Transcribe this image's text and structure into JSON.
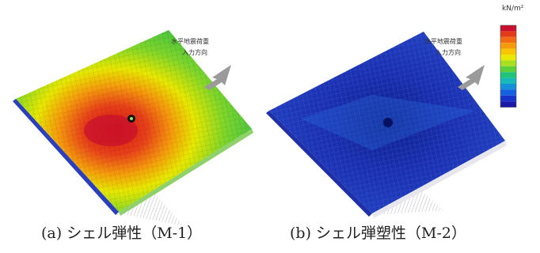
{
  "captions": {
    "a": "(a) シェル弾性（M-1）",
    "b": "(b) シェル弾塑性（M-2）"
  },
  "arrow_label": {
    "line1": "水平地震荷重",
    "line2": "入力方向"
  },
  "legend": {
    "unit": "kN/m²",
    "colors": [
      "#c8102e",
      "#e23b1a",
      "#f26a12",
      "#f59a0c",
      "#f7c600",
      "#e8e800",
      "#a8e020",
      "#5ccf3a",
      "#1fc47a",
      "#16b8b8",
      "#1590d8",
      "#1560e0",
      "#1635c8",
      "#1a1aa8"
    ],
    "values": [
      "",
      "",
      "",
      "",
      "",
      "",
      "",
      "",
      "",
      "",
      "",
      "",
      "",
      ""
    ]
  },
  "panels": {
    "a": {
      "field": "stress-contour-elastic",
      "hotspot_color": "#d81a12",
      "base_color": "#3ec24a"
    },
    "b": {
      "field": "stress-contour-elastoplastic",
      "base_color": "#1a2fb0",
      "accent_color": "#2a6ee0"
    }
  }
}
